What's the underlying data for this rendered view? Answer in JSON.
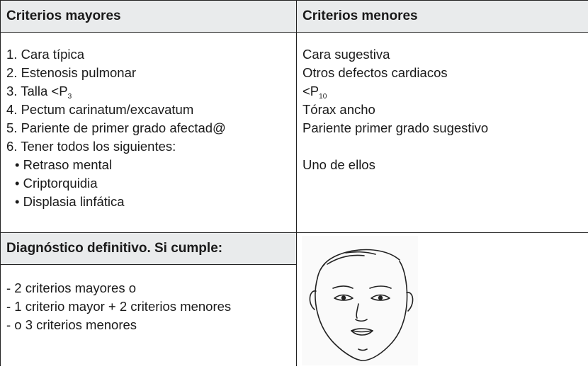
{
  "table": {
    "header_left": "Criterios mayores",
    "header_right": "Criterios menores",
    "mayores": {
      "item1": "1. Cara típica",
      "item2": "2. Estenosis pulmonar",
      "item3_prefix": "3. Talla <P",
      "item3_sub": "3",
      "item4": "4. Pectum carinatum/excavatum",
      "item5": "5. Pariente de primer grado afectad@",
      "item6": "6. Tener todos los siguientes:",
      "bullets": [
        "• Retraso mental",
        "• Criptorquidia",
        "• Displasia linfática"
      ]
    },
    "menores": {
      "item1": "Cara sugestiva",
      "item2": "Otros defectos cardiacos",
      "item3_prefix": "<P",
      "item3_sub": "10",
      "item4": "Tórax ancho",
      "item5": "Pariente primer grado sugestivo",
      "item6": "Uno de ellos"
    },
    "diagnostico": {
      "header": "Diagnóstico definitivo. Si cumple:",
      "lines": [
        "- 2 criterios mayores o",
        "- 1 criterio mayor + 2 criterios menores",
        "- o 3 criterios menores"
      ]
    }
  },
  "illustration": {
    "icon": "child-face-drawing-icon"
  }
}
